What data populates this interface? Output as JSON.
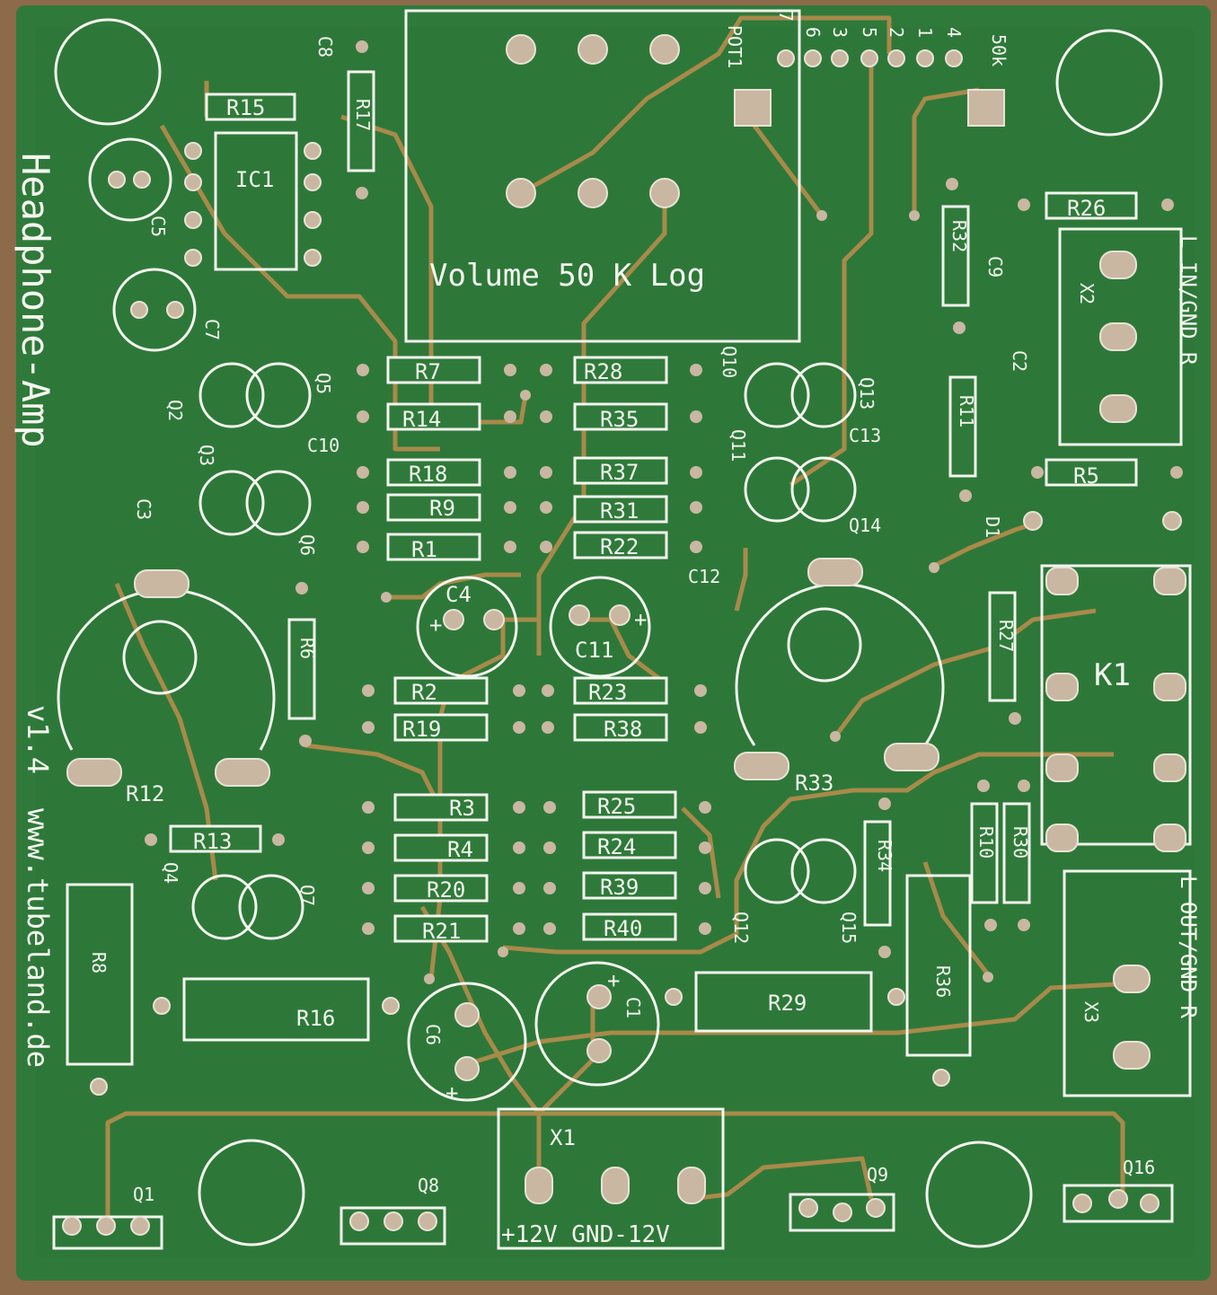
{
  "board": {
    "title": "Headphone-Amp",
    "version": "v1.4",
    "website": "www.tubeland.de",
    "colors": {
      "solder_mask": "#2f7a3a",
      "solder_mask_dark": "#256a2f",
      "copper_trace": "#a88a4a",
      "silkscreen": "#f4f6ee",
      "pad": "#c9b7a2",
      "background": "#8c6a4a"
    }
  },
  "volume": {
    "label": "Volume 50 K Log",
    "pot_label": "POT1",
    "value_label": "50k"
  },
  "header_pins": [
    "7",
    "6",
    "3",
    "5",
    "2",
    "1",
    "4"
  ],
  "resistors": {
    "R1": "R1",
    "R2": "R2",
    "R3": "R3",
    "R4": "R4",
    "R5": "R5",
    "R6": "R6",
    "R7": "R7",
    "R8": "R8",
    "R9": "R9",
    "R10": "R10",
    "R11": "R11",
    "R12": "R12",
    "R13": "R13",
    "R14": "R14",
    "R15": "R15",
    "R16": "R16",
    "R17": "R17",
    "R18": "R18",
    "R19": "R19",
    "R20": "R20",
    "R21": "R21",
    "R22": "R22",
    "R23": "R23",
    "R24": "R24",
    "R25": "R25",
    "R26": "R26",
    "R27": "R27",
    "R28": "R28",
    "R29": "R29",
    "R30": "R30",
    "R31": "R31",
    "R32": "R32",
    "R33": "R33",
    "R34": "R34",
    "R35": "R35",
    "R36": "R36",
    "R37": "R37",
    "R38": "R38",
    "R39": "R39",
    "R40": "R40"
  },
  "capacitors": {
    "C1": "C1",
    "C2": "C2",
    "C3": "C3",
    "C4": "C4",
    "C5": "C5",
    "C6": "C6",
    "C7": "C7",
    "C8": "C8",
    "C9": "C9",
    "C10": "C10",
    "C11": "C11",
    "C12": "C12",
    "C13": "C13"
  },
  "transistors": {
    "Q1": "Q1",
    "Q2": "Q2",
    "Q3": "Q3",
    "Q4": "Q4",
    "Q5": "Q5",
    "Q6": "Q6",
    "Q7": "Q7",
    "Q8": "Q8",
    "Q9": "Q9",
    "Q10": "Q10",
    "Q11": "Q11",
    "Q12": "Q12",
    "Q13": "Q13",
    "Q14": "Q14",
    "Q15": "Q15",
    "Q16": "Q16"
  },
  "other": {
    "IC1": "IC1",
    "D1": "D1",
    "K1": "K1",
    "X1": "X1",
    "X2": "X2",
    "X3": "X3",
    "plus": "+"
  },
  "connectors": {
    "input_label": "L IN/GND R",
    "output_label": "L OUT/GND R",
    "power_label": "+12V GND-12V"
  }
}
